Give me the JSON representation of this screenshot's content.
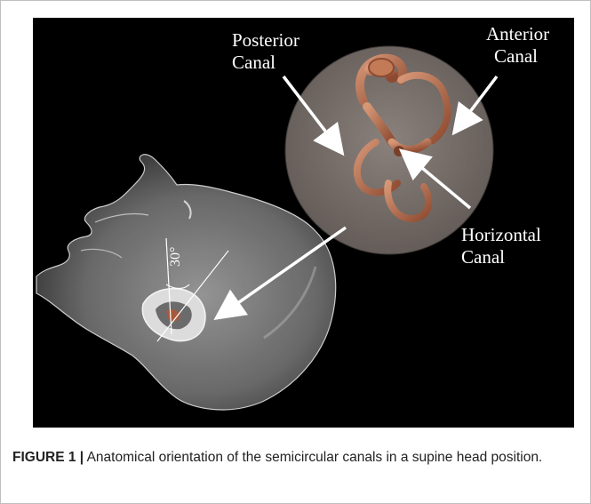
{
  "figure": {
    "labels": {
      "posterior_line1": "Posterior",
      "posterior_line2": "Canal",
      "anterior_line1": "Anterior",
      "anterior_line2": "Canal",
      "horizontal_line1": "Horizontal",
      "horizontal_line2": "Canal",
      "angle": "30°"
    }
  },
  "caption": {
    "label": "FIGURE 1 |",
    "text": " Anatomical orientation of the semicircular canals in a supine head position."
  },
  "colors": {
    "background": "#000000",
    "head": "#b9b9b9",
    "canal": "#b8704e",
    "inset_circle": "#7d7470",
    "arrow": "#ffffff"
  }
}
